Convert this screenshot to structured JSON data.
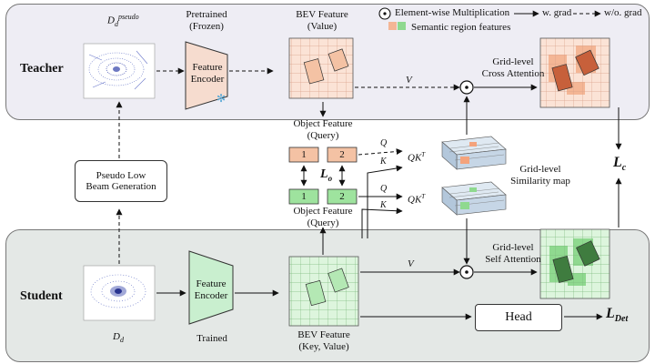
{
  "colors": {
    "teacher_bg": "#eeedf4",
    "student_bg": "#e4e8e6",
    "teacher_feature": "#fbe3d6",
    "teacher_cell": "#f4b695",
    "teacher_box": "#c7603b",
    "student_feature": "#ddf5dd",
    "student_cell": "#8fd98f",
    "student_box": "#3f7c3f",
    "pseudo_box_bg": "#ffffff"
  },
  "legend": {
    "multiplication": "Element-wise Multiplication",
    "grad": "w. grad",
    "no_grad": "w/o. grad",
    "semantic": "Semantic region features"
  },
  "teacher": {
    "label": "Teacher",
    "input_label": "D",
    "input_sub": "d",
    "input_sup": "pseudo",
    "encoder_caption_line1": "Pretrained",
    "encoder_caption_line2": "(Frozen)",
    "encoder_line1": "Feature",
    "encoder_line2": "Encoder",
    "bev_line1": "BEV Feature",
    "bev_line2": "(Value)",
    "v_label": "V",
    "cross_line1": "Grid-level",
    "cross_line2": "Cross Attention"
  },
  "pseudo": {
    "line1": "Pseudo Low",
    "line2": "Beam Generation"
  },
  "objects": {
    "teacher_line1": "Object Feature",
    "teacher_line2": "(Query)",
    "student_line1": "Object Feature",
    "student_line2": "(Query)",
    "cell_1": "1",
    "cell_2": "2",
    "lo_label": "L",
    "lo_sub": "o",
    "q_label": "Q",
    "k_label": "K",
    "qkt_label": "QK",
    "qkt_sup": "T",
    "sim_line1": "Grid-level",
    "sim_line2": "Similarity map"
  },
  "student": {
    "label": "Student",
    "input_label": "D",
    "input_sub": "d",
    "encoder_line1": "Feature",
    "encoder_line2": "Encoder",
    "trained": "Trained",
    "bev_line1": "BEV Feature",
    "bev_line2": "(Key, Value)",
    "v_label": "V",
    "self_line1": "Grid-level",
    "self_line2": "Self Attention",
    "head": "Head"
  },
  "losses": {
    "lc": "L",
    "lc_sub": "c",
    "ldet": "L",
    "ldet_sub": "Det"
  }
}
